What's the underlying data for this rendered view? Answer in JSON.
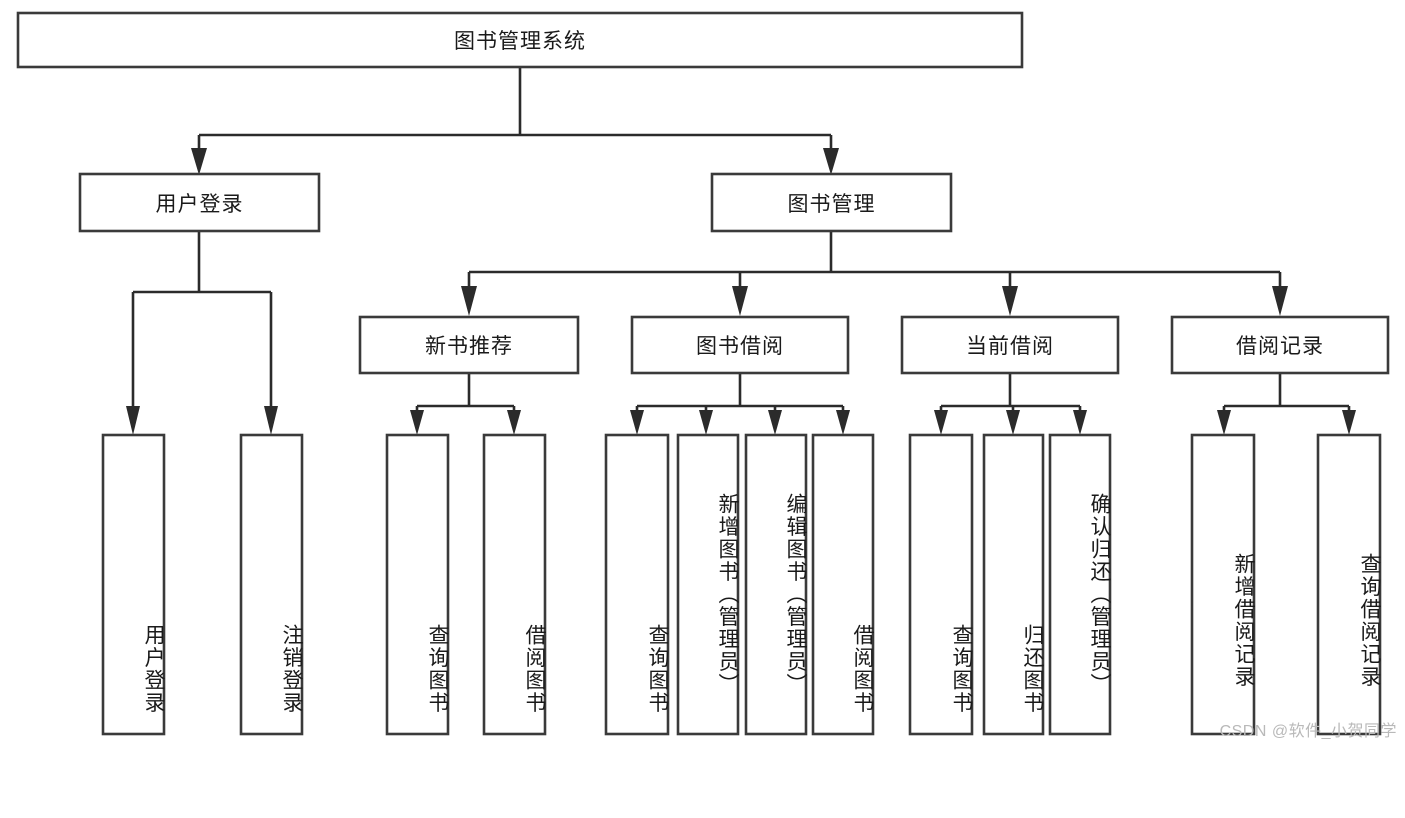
{
  "diagram": {
    "type": "tree-hierarchy",
    "title": "图书管理系统",
    "watermark": "CSDN @软件_小贺同学",
    "colors": {
      "box_stroke": "#3a3a3a",
      "connector": "#2b2b2b",
      "box_fill": "#ffffff",
      "text": "#1a1a1a",
      "watermark": "#b9b9b9"
    },
    "levels": {
      "root": {
        "label": "图书管理系统",
        "orientation": "horizontal"
      },
      "level2": [
        {
          "label": "用户登录",
          "orientation": "horizontal"
        },
        {
          "label": "图书管理",
          "orientation": "horizontal"
        }
      ],
      "level3": [
        {
          "label": "新书推荐",
          "orientation": "horizontal",
          "parent": "图书管理"
        },
        {
          "label": "图书借阅",
          "orientation": "horizontal",
          "parent": "图书管理"
        },
        {
          "label": "当前借阅",
          "orientation": "horizontal",
          "parent": "图书管理"
        },
        {
          "label": "借阅记录",
          "orientation": "horizontal",
          "parent": "图书管理"
        }
      ],
      "leaves": [
        {
          "label": "用户登录",
          "orientation": "vertical",
          "parent": "用户登录"
        },
        {
          "label": "注销登录",
          "orientation": "vertical",
          "parent": "用户登录"
        },
        {
          "label": "查询图书",
          "orientation": "vertical",
          "parent": "新书推荐"
        },
        {
          "label": "借阅图书",
          "orientation": "vertical",
          "parent": "新书推荐"
        },
        {
          "label": "查询图书",
          "orientation": "vertical",
          "parent": "图书借阅"
        },
        {
          "label": "新增图书（管理员）",
          "orientation": "vertical",
          "parent": "图书借阅"
        },
        {
          "label": "编辑图书（管理员）",
          "orientation": "vertical",
          "parent": "图书借阅"
        },
        {
          "label": "借阅图书",
          "orientation": "vertical",
          "parent": "图书借阅"
        },
        {
          "label": "查询图书",
          "orientation": "vertical",
          "parent": "当前借阅"
        },
        {
          "label": "归还图书",
          "orientation": "vertical",
          "parent": "当前借阅"
        },
        {
          "label": "确认归还（管理员）",
          "orientation": "vertical",
          "parent": "当前借阅"
        },
        {
          "label": "新增借阅记录",
          "orientation": "vertical",
          "parent": "借阅记录"
        },
        {
          "label": "查询借阅记录",
          "orientation": "vertical",
          "parent": "借阅记录"
        }
      ]
    }
  }
}
